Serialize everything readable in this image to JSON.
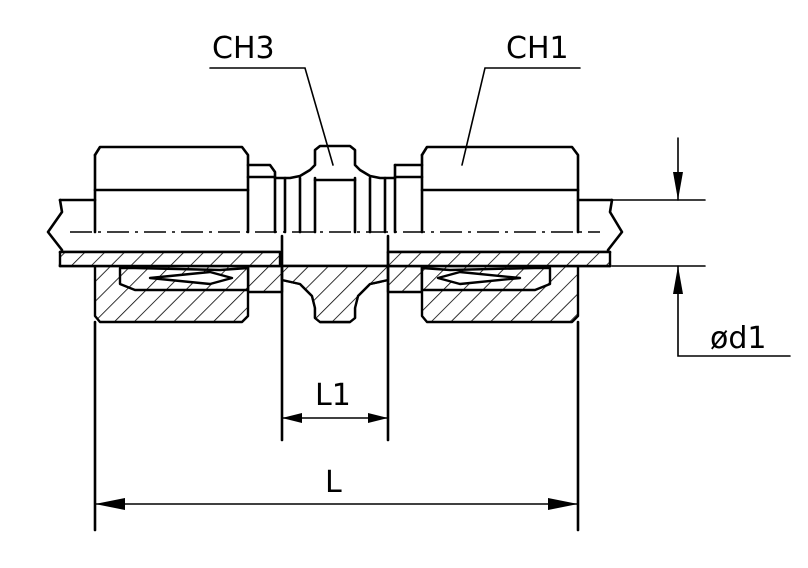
{
  "labels": {
    "ch3": "CH3",
    "ch1": "CH1",
    "d1": "ød1",
    "l1": "L1",
    "l": "L"
  },
  "colors": {
    "line": "#000000",
    "background": "#ffffff"
  }
}
